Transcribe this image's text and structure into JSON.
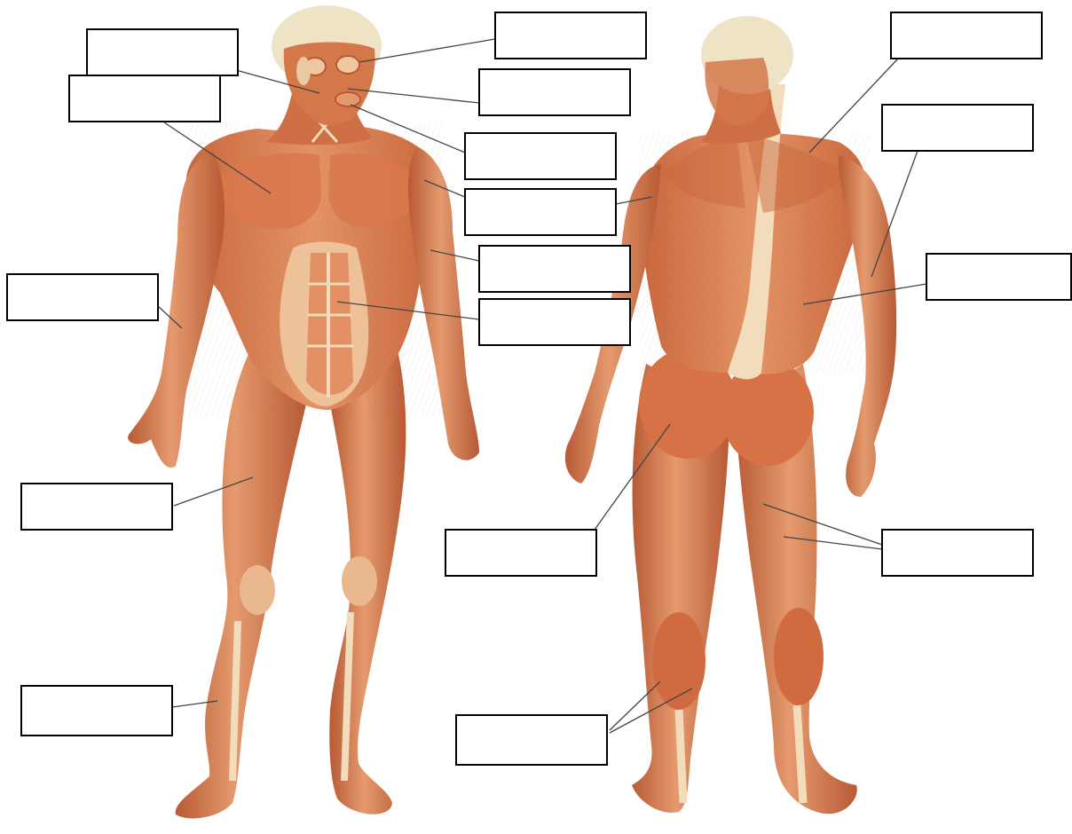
{
  "diagram": {
    "views": [
      "anterior",
      "posterior"
    ],
    "colors": {
      "muscle_dark": "#b85a35",
      "muscle": "#db8459",
      "muscle_light": "#eea27a",
      "tendon": "#f2dcbc",
      "skull": "#efe3c6",
      "label_border": "#000000",
      "leader_line": "#444444",
      "background": "#ffffff"
    },
    "labels": [
      {
        "id": "anterior-frontalis",
        "text": ""
      },
      {
        "id": "anterior-masseter",
        "text": ""
      },
      {
        "id": "anterior-orbicularis-oculi",
        "text": ""
      },
      {
        "id": "anterior-orbicularis-oris",
        "text": ""
      },
      {
        "id": "anterior-sternocleidomastoid",
        "text": ""
      },
      {
        "id": "anterior-pectoralis-major",
        "text": ""
      },
      {
        "id": "anterior-deltoid",
        "text": ""
      },
      {
        "id": "anterior-biceps-brachii",
        "text": ""
      },
      {
        "id": "anterior-forearm-flexors",
        "text": ""
      },
      {
        "id": "anterior-rectus-abdominis",
        "text": ""
      },
      {
        "id": "anterior-quadriceps",
        "text": ""
      },
      {
        "id": "anterior-tibialis-anterior",
        "text": ""
      },
      {
        "id": "posterior-trapezius",
        "text": ""
      },
      {
        "id": "posterior-triceps-brachii",
        "text": ""
      },
      {
        "id": "posterior-latissimus-dorsi",
        "text": ""
      },
      {
        "id": "posterior-deltoid",
        "text": ""
      },
      {
        "id": "posterior-gluteus-maximus",
        "text": ""
      },
      {
        "id": "posterior-hamstrings",
        "text": ""
      },
      {
        "id": "posterior-gastrocnemius",
        "text": ""
      }
    ]
  }
}
